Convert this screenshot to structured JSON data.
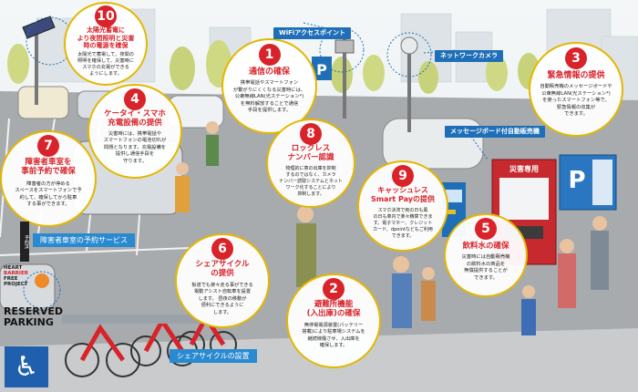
{
  "bubbles": [
    {
      "num": "10",
      "title": "太陽光蓄電に\nより夜間照明と災害\n時の電源を確保",
      "body": "太陽光で蓄電して、夜間の\n照明を確保して、災害時に\nスマホの充電ができる\nようにします。"
    },
    {
      "num": "1",
      "title": "通信の確保",
      "body": "携帯電話やスマートフォン\nが繋がりにくくなる災害時には、\n公衆無線LAN(光ステーション*)\nを無料解放することで通信\n手段を提供します。"
    },
    {
      "num": "3",
      "title": "緊急情報の提供",
      "body": "自動販売機のメッセージボードや\n公衆無線LAN(光ステーション*)\nを使ったスマートフォン等で、\n緊急情報の収集が\nできます。"
    },
    {
      "num": "4",
      "title": "ケータイ・スマホ\n充電設備の提供",
      "body": "災害時には、携帯電話や\nスマートフォンの電池切れが\n問題となります。充電設備を\n提供し通信手段を\n守ります。"
    },
    {
      "num": "8",
      "title": "ロックレス\nナンバー認識",
      "body": "物理的に車の出庫を抑制\nするのではなく、カメラ\nナンバー読取システムとネット\nワーク化することにより\n抑制します。"
    },
    {
      "num": "7",
      "title": "障害者車室を\n事前予約で確保",
      "body": "障害者の方が停める\nスペースをスマートフォンで予\n約して、確保してから駐車\nする事ができます。"
    },
    {
      "num": "9",
      "title": "キャッシュレス\nSmart Payの提供",
      "body": "スマホ決済で両の日も風\nの日も車内で楽々精算できま\nす。電子マネー、クレジット\nカード、dpointなどもご利用\nできます。"
    },
    {
      "num": "5",
      "title": "飲料水の確保",
      "body": "災害時には自動販売機\nの飲料水の商品を\n無償提供することが\nできます。"
    },
    {
      "num": "6",
      "title": "シェアサイクル\nの提供",
      "body": "板道でも楽々走る事ができる\n電動アシスト自転車を設置\nします。 昼夜の移動が\n便利にできるように\nします。"
    },
    {
      "num": "2",
      "title": "避難所機能\n(入出庫)の確保",
      "body": "無停電電源装置(バッテリー\n搭載)により駐車場システムを\n継続稼働させ、入出庫を\n確保します。"
    }
  ],
  "tags": {
    "wifi": "WiFiアクセスポイント",
    "camera": "ネットワークカメラ",
    "message_board": "メッセージボード付自動販売機",
    "reservation": "障害者車室の予約サービス",
    "share_cycle": "シェアサイクルの設置"
  },
  "signs": {
    "hbf_line1": "HEART",
    "hbf_line2": "BARRIER",
    "hbf_line3": "FREE",
    "hbf_line4": "PROJECT",
    "reserved_line1": "RESERVED",
    "reserved_line2": "PARKING",
    "disaster_vending": "災害専用",
    "parking_p": "P",
    "small_sign_top": "予約済",
    "small_sign_bottom": "予約済"
  }
}
